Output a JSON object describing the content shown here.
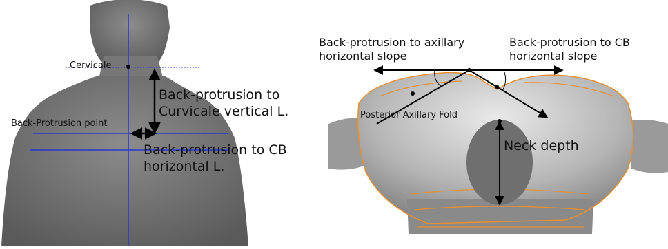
{
  "left_panel": {
    "labels": {
      "cervicale": "Cervicale",
      "back_protrusion_point": "Back-Protrusion point",
      "vertical_length": "Back-protrusion to\nCurvicale vertical L.",
      "horizontal_length": "Back-protrusion to CB\nhorizontal L."
    }
  },
  "right_panel": {
    "labels": {
      "axillary_slope": "Back-protrusion to axillary\nhorizontal slope",
      "cb_slope": "Back-protrusion to CB\nhorizontal slope",
      "posterior_axillary_fold": "Posterior Axillary Fold",
      "neck_depth": "Neck depth"
    }
  },
  "colors": {
    "guide_line": "#2b35d6",
    "body_scan": "#6f6f6f",
    "contour": "#e8902e",
    "arrow": "#000000"
  }
}
